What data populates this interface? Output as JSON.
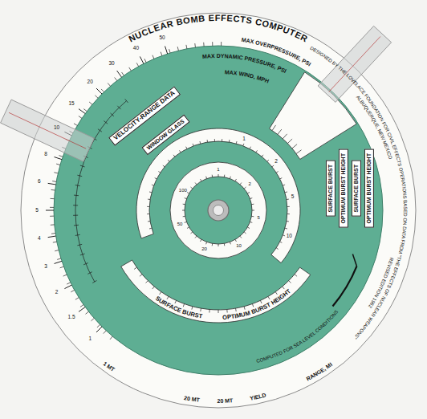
{
  "diagram": {
    "title": "NUCLEAR BOMB EFFECTS COMPUTER",
    "nodes": [
      {
        "text": [
          "VELOCITY-RANGE DATA"
        ]
      },
      {
        "text": [
          "WINDOW GLASS"
        ]
      },
      {
        "text": [
          "SURFACE BURST"
        ]
      },
      {
        "text": [
          "OPTIMUM BURST HEIGHT"
        ]
      },
      {
        "text": [
          "SURFACE BURST"
        ]
      },
      {
        "text": [
          "OPTIMUM BURST HEIGHT"
        ]
      }
    ],
    "labels": [
      "DESIGNED BY THE LOVELACE FOUNDATION FOR CIVIL EFFECTS OPERATIONS",
      "ALBUQUERQUE, NEW MEXICO",
      "BASED ON DATA FROM \"THE EFFECTS OF NUCLEAR WEAPONS\"",
      "REVISED EDITION 1962",
      "MAX OVERPRESSURE, PSI",
      "MAX DYNAMIC PRESSURE, PSI",
      "MAX WIND, MPH",
      "RANGE, MI",
      "YIELD",
      "20 MT",
      "20 MT",
      "1 MT",
      "COMPUTED FOR SEA LEVEL CONDITIONS",
      "1",
      "1.5",
      "2",
      "3",
      "4",
      "5",
      "6",
      "8",
      "10",
      "15",
      "20",
      "30",
      "40",
      "50",
      "SURFACE BURST",
      "OPTIMUM BURST HEIGHT",
      "1",
      "2",
      "5",
      "10",
      "20",
      "50",
      "100",
      "1",
      "2",
      "5",
      "10"
    ]
  }
}
